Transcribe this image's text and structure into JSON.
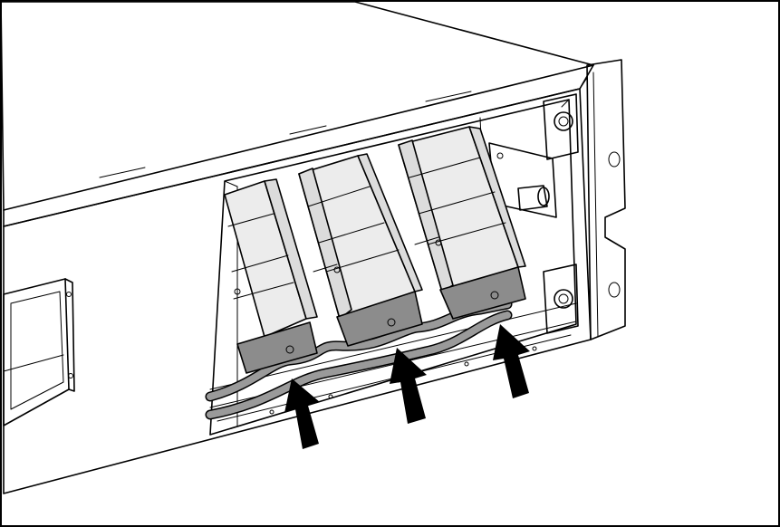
{
  "figure": {
    "kind": "technical-line-illustration",
    "colors": {
      "background": "#ffffff",
      "line": "#000000",
      "module_body": "#ececec",
      "module_side": "#dcdcdc",
      "latch": "#8c8c8c",
      "cable": "#9a9a9a",
      "arrow": "#000000"
    },
    "modules": [
      {
        "name": "module-left"
      },
      {
        "name": "module-middle"
      },
      {
        "name": "module-right"
      }
    ],
    "arrow_count": 3,
    "icons": [
      "up-arrow-icon",
      "up-arrow-icon",
      "up-arrow-icon"
    ]
  }
}
